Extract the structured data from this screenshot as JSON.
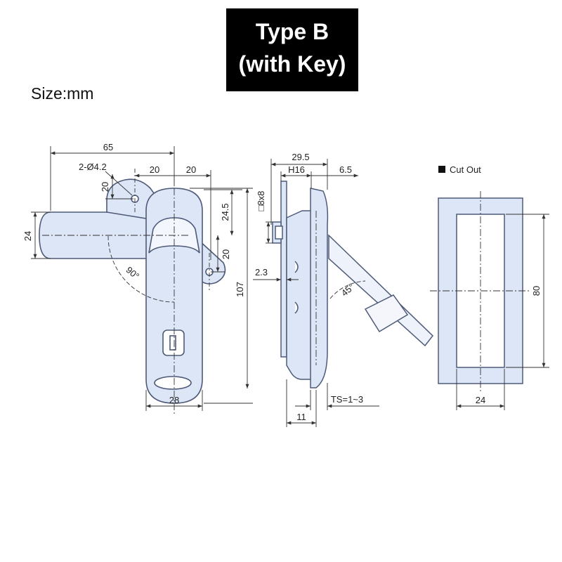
{
  "title": {
    "line1": "Type B",
    "line2": "(with Key)"
  },
  "size_label": "Size:mm",
  "colors": {
    "part_fill": "#dde6f7",
    "part_stroke": "#4d5a78",
    "dim_line": "#333333",
    "title_bg": "#000000"
  },
  "front_view": {
    "dim_width_total": "65",
    "dim_hole": "2-Ø4.2",
    "dim_top_left": "20",
    "dim_top_right": "20",
    "dim_vertical_20": "20",
    "dim_24_5": "24.5",
    "dim_handle_height": "24",
    "dim_side_20": "20",
    "dim_height_total": "107",
    "dim_angle": "90°",
    "dim_body_width": "28"
  },
  "side_view": {
    "dim_29_5": "29.5",
    "dim_h16": "H16",
    "dim_6_5": "6.5",
    "dim_square": "□8x8",
    "dim_2_3": "2.3",
    "dim_angle": "45°",
    "dim_ts": "TS=1~3",
    "dim_11": "11"
  },
  "cutout": {
    "label": "Cut Out",
    "dim_height": "80",
    "dim_width": "24"
  }
}
